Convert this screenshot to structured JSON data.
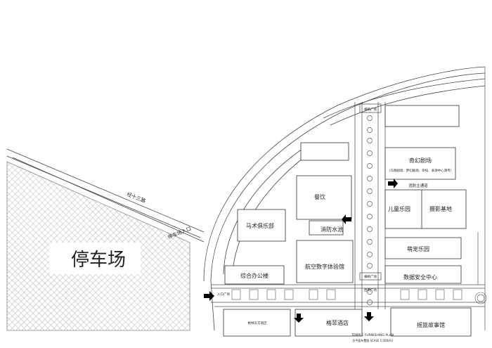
{
  "parking": {
    "label": "停车场"
  },
  "roads": {
    "road_name": "经十三路",
    "entrance": "停车场入口",
    "fire_lane": "消防主通道"
  },
  "buildings": {
    "magic_theater": "奇幻剧场",
    "magic_theater_sub": "(马戏剧场、梦幻剧场、杂技、表演中心演专)",
    "restaurant": "餐饮",
    "kids_park": "儿童乐园",
    "photo_base": "摄影基地",
    "horse_club": "马术俱乐部",
    "fire_pool": "消防水池",
    "pet_park": "萌宠乐园",
    "aviation_museum": "航空数字体验馆",
    "data_security": "数据安全中心",
    "office": "综合办公楼",
    "hotel": "格菲酒店",
    "story_hall": "摇篮故事馆",
    "hotel_left": "格林东方酒店"
  },
  "small_labels": {
    "square_top": "横断广场",
    "square_bottom": "横断广场",
    "gate": "西南广场",
    "gate_left": "入口广场",
    "plan_title": "TEMPLE FURNISHING PLAN",
    "plan_sub": "总平面布置图  SCALE 1:500/A3"
  },
  "colors": {
    "line": "#333333",
    "parking_hatch": "#9a9a9a",
    "arrow": "#000000"
  }
}
